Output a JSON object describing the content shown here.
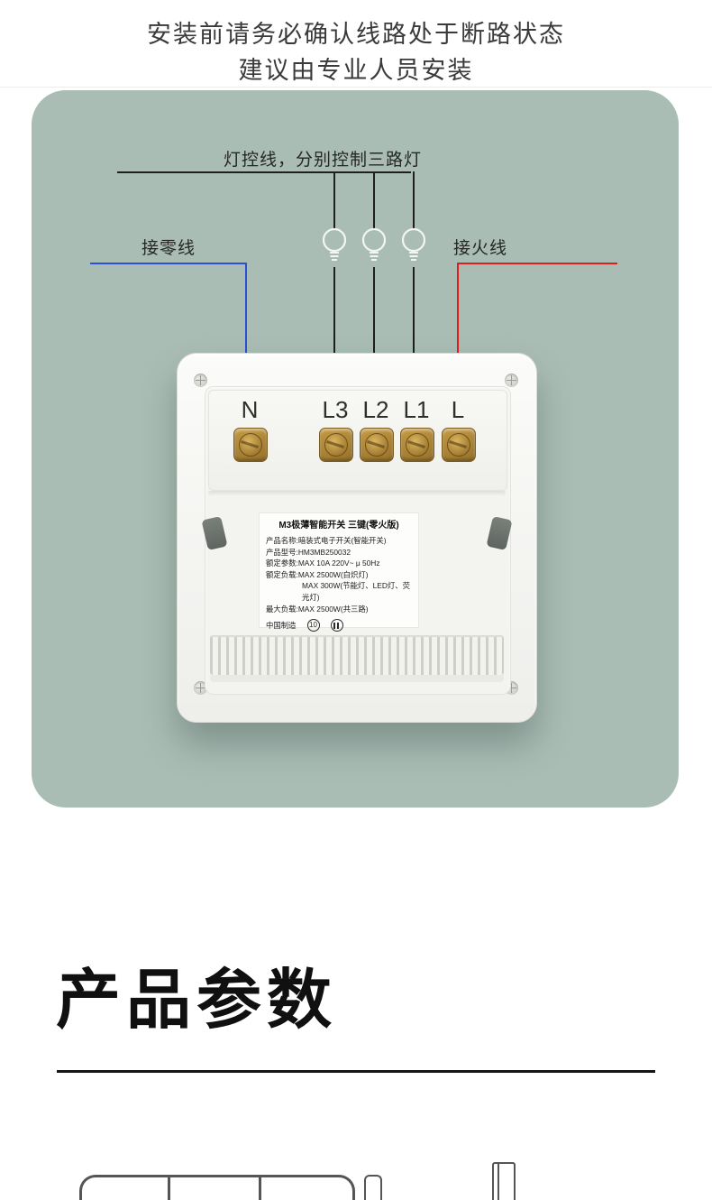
{
  "header": {
    "line1": "安装前请务必确认线路处于断路状态",
    "line2": "建议由专业人员安装"
  },
  "diagram": {
    "colors": {
      "panel_bg": "#aabdb5",
      "neutral_wire": "#2b50d8",
      "live_wire": "#e01d1d",
      "control_wire": "#1f1f1f",
      "terminal_brass": "#b08a35"
    },
    "light_control_label": "灯控线，分别控制三路灯",
    "neutral_label": "接零线",
    "live_label": "接火线",
    "terminals": [
      "N",
      "L3",
      "L2",
      "L1",
      "L"
    ],
    "device_label": {
      "title": "M3极薄智能开关 三键(零火版)",
      "rows": [
        "产品名称:暗装式电子开关(智能开关)",
        "产品型号:HM3MB250032",
        "额定参数:MAX 10A 220V~ μ 50Hz",
        "额定负载:MAX 2500W(白炽灯)",
        "MAX 300W(节能灯、LED灯、荧光灯)",
        "最大负载:MAX 2500W(共三路)"
      ],
      "made_in": "中国制造",
      "badge_10": "10"
    }
  },
  "section": {
    "heading": "产品参数"
  }
}
